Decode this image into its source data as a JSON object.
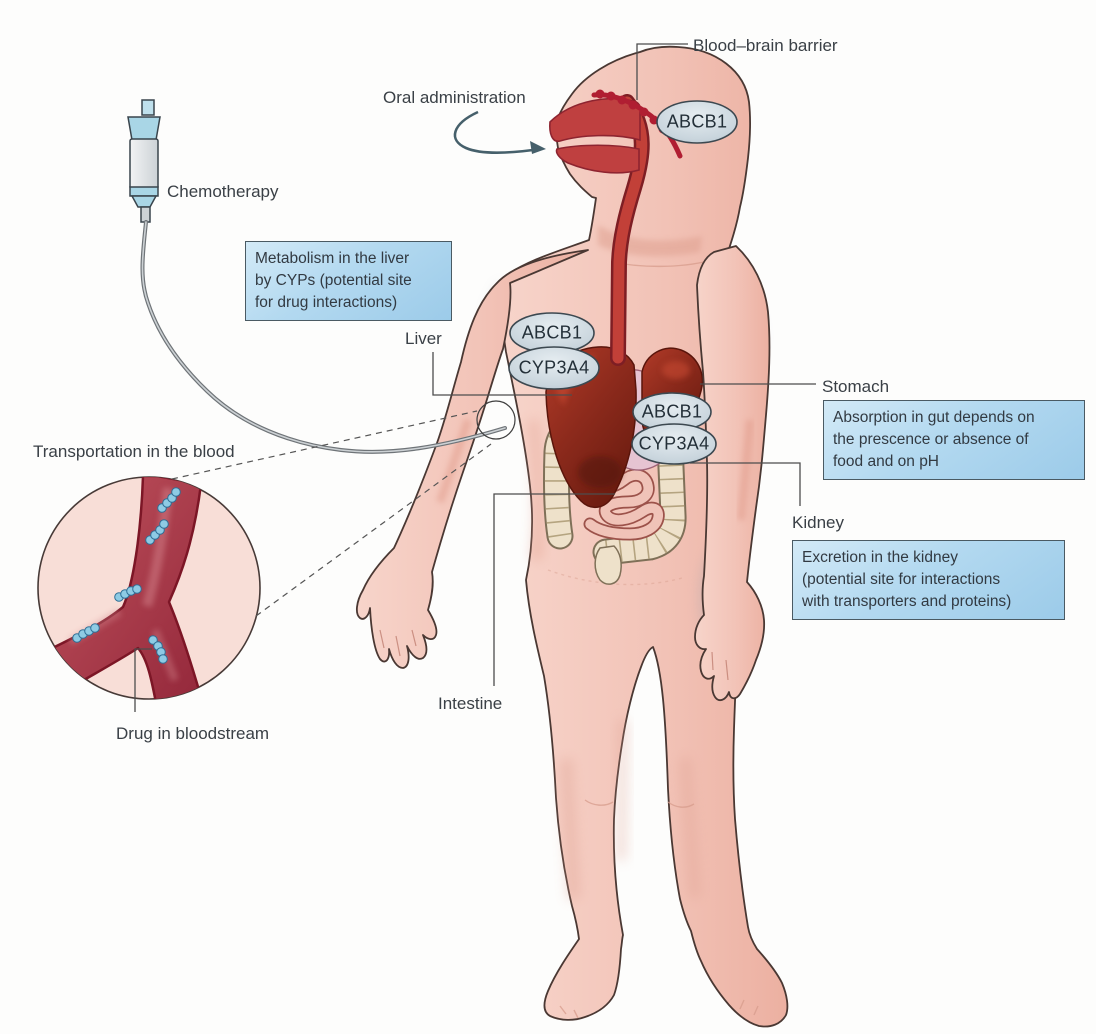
{
  "figure": {
    "labels": {
      "blood_brain_barrier": "Blood–brain barrier",
      "oral_administration": "Oral administration",
      "chemotherapy": "Chemotherapy",
      "liver": "Liver",
      "stomach": "Stomach",
      "kidney": "Kidney",
      "intestine": "Intestine",
      "transportation_in_blood": "Transportation in the blood",
      "drug_in_bloodstream": "Drug in bloodstream"
    },
    "callout_boxes": {
      "liver_metabolism": [
        "Metabolism in the liver",
        "by CYPs (potential site",
        "for drug interactions)"
      ],
      "gut_absorption": [
        "Absorption in gut depends on",
        "the prescence or absence of",
        "food and on pH"
      ],
      "kidney_excretion": [
        "Excretion in the kidney",
        "(potential site for interactions",
        "with transporters and proteins)"
      ]
    },
    "transporter_badges": {
      "brain_abcb1": "ABCB1",
      "liver_abcb1": "ABCB1",
      "liver_cyp3a4": "CYP3A4",
      "gut_abcb1": "ABCB1",
      "gut_cyp3a4": "CYP3A4"
    },
    "colors": {
      "callout_fill": "#aed7ef",
      "callout_border": "#4a5a63",
      "badge_fill": "#c9d5dd",
      "badge_border": "#3c4850",
      "skin": "#f2c4ba",
      "organ_red": "#8c2a1c",
      "vessel_red": "#b01e32",
      "drug_dot_blue": "#8ecbe4",
      "text": "#3a4046"
    }
  }
}
